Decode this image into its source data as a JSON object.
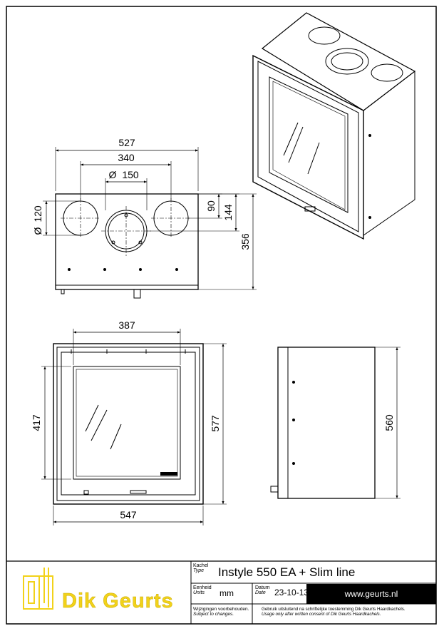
{
  "drawing": {
    "dimensions": {
      "top_width": "527",
      "top_spacing": "340",
      "top_pipe": "150",
      "side_hole": "120",
      "hole_offset": "90",
      "center_height": "144",
      "top_depth": "356",
      "glass_width": "387",
      "glass_height": "417",
      "front_height": "577",
      "front_width": "547",
      "side_height": "560"
    }
  },
  "titleblock": {
    "logo": "Dik Geurts",
    "type_label_nl": "Kachel",
    "type_label_en": "Type",
    "type_value": "Instyle 550 EA + Slim line",
    "units_label_nl": "Eenheid",
    "units_label_en": "Units",
    "units_value": "mm",
    "date_label_nl": "Datum",
    "date_label_en": "Date",
    "date_value": "23-10-13",
    "website": "www.geurts.nl",
    "changes_nl": "Wijzigingen voorbehouden.",
    "changes_en": "Subject to changes.",
    "usage_nl": "Gebruik uitsluitend na schriftelijke toestemming Dik Geurts Haardkachels.",
    "usage_en": "Usage only after written consent of Dik Geurts Haardkachels."
  },
  "colors": {
    "line": "#000000",
    "logo": "#f2d21a",
    "website_bg": "#000000",
    "website_fg": "#ffffff"
  }
}
